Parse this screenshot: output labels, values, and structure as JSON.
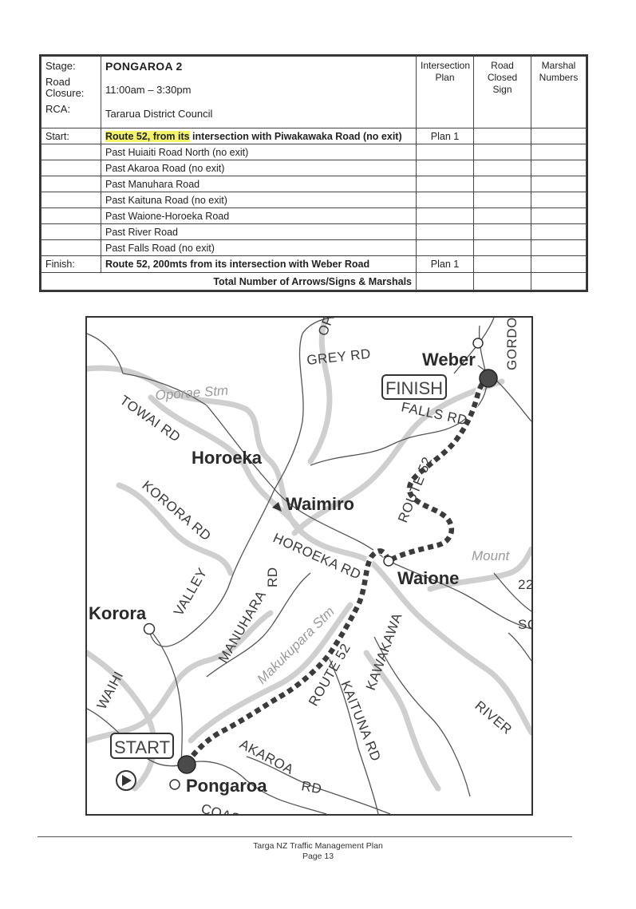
{
  "table": {
    "stage_label": "Stage:",
    "road_closure_label": "Road Closure:",
    "rca_label": "RCA:",
    "stage_name": "PONGAROA 2",
    "closure_time": "11:00am – 3:30pm",
    "rca_value": "Tararua District Council",
    "col_intersection": "Intersection Plan",
    "col_road_closed": "Road Closed Sign",
    "col_marshal": "Marshal Numbers",
    "start_label": "Start:",
    "start_highlight": "Route 52, from its",
    "start_rest": " intersection with Piwakawaka Road (no exit)",
    "start_plan": "Plan 1",
    "rows": [
      "Past Huiaiti Road North (no exit)",
      "Past Akaroa Road (no exit)",
      "Past Manuhara Road",
      "Past Kaituna Road (no exit)",
      "Past Waione-Horoeka Road",
      "Past River Road",
      "Past Falls Road (no exit)"
    ],
    "finish_label": "Finish:",
    "finish_text": "Route 52, 200mts from its intersection with Weber Road",
    "finish_plan": "Plan 1",
    "total_label": "Total Number of Arrows/Signs & Marshals"
  },
  "map": {
    "places": {
      "weber": "Weber",
      "horoeka": "Horoeka",
      "waimiro": "Waimiro",
      "waione": "Waione",
      "korora": "Korora",
      "pongaroa": "Pongaroa",
      "mount": "Mount"
    },
    "roads": {
      "grey": "GREY RD",
      "towai": "TOWAI RD",
      "korora": "KORORA RD",
      "falls": "FALLS RD",
      "route52_north": "ROUTE 52",
      "route52_south": "ROUTE 52",
      "horoeka": "HOROEKA RD",
      "valley": "VALLEY",
      "manuhara": "MANUHARA",
      "rd": "RD",
      "kaituna": "KAITUNA RD",
      "kawakawa": "KAWAKAWA",
      "river": "RIVER",
      "waihi": "WAIHI",
      "akaroa": "AKAROA",
      "akaroa_rd": "RD",
      "coast": "COAST",
      "gordon": "GORDON",
      "opo": "OPO",
      "so": "SO",
      "num22": "22"
    },
    "streams": {
      "oporae": "Oporae Stm",
      "makukupara": "Makukupara Stm"
    },
    "finish_box": "FINISH",
    "start_box": "START"
  },
  "footer": {
    "line1": "Targa NZ Traffic Management Plan",
    "line2": "Page 13"
  }
}
